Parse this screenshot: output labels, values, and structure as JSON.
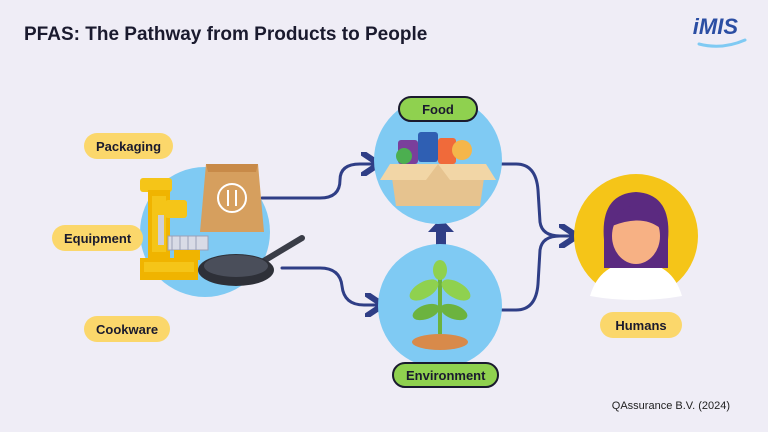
{
  "title": "PFAS: The Pathway from Products to People",
  "logo": "iMIS",
  "sources": {
    "packaging": "Packaging",
    "equipment": "Equipment",
    "cookware": "Cookware"
  },
  "pathways": {
    "food": "Food",
    "environment": "Environment"
  },
  "target": "Humans",
  "credit": "QAssurance B.V. (2024)",
  "colors": {
    "background": "#efedf6",
    "circle_blue": "#7fcaf3",
    "label_yellow": "#fbd76b",
    "label_green": "#8fd14f",
    "arrow": "#2f3e86",
    "human_circle": "#f5c518"
  }
}
